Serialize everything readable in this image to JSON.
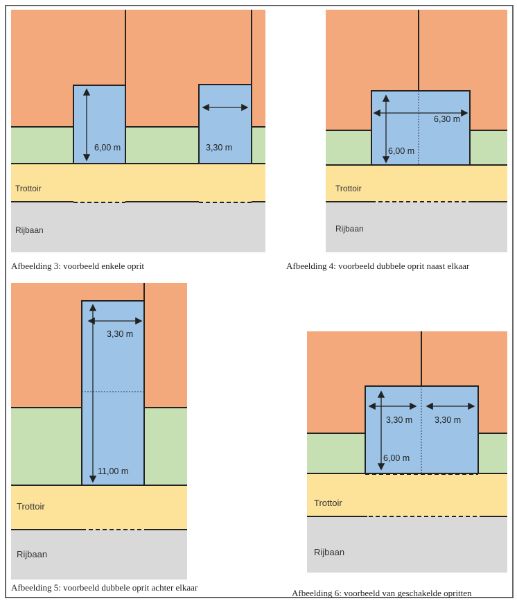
{
  "colors": {
    "house": "#f4a97d",
    "garden": "#c6e0b4",
    "sidewalk": "#fde39a",
    "road": "#d9d9d9",
    "driveway": "#9dc3e6"
  },
  "zones": {
    "sidewalk": "Trottoir",
    "road": "Rijbaan"
  },
  "figures": [
    {
      "caption": "Afbeelding 3: voorbeeld enkele oprit",
      "dims": [
        "6,00 m",
        "3,30 m"
      ]
    },
    {
      "caption": "Afbeelding 4: voorbeeld dubbele oprit naast elkaar",
      "dims": [
        "6,30 m",
        "6,00 m"
      ]
    },
    {
      "caption": "Afbeelding 5: voorbeeld dubbele oprit achter elkaar",
      "dims": [
        "3,30 m",
        "11,00 m"
      ]
    },
    {
      "caption": "Afbeelding 6: voorbeeld van geschakelde opritten",
      "dims": [
        "3,30 m",
        "3,30 m",
        "6,00 m"
      ]
    }
  ]
}
